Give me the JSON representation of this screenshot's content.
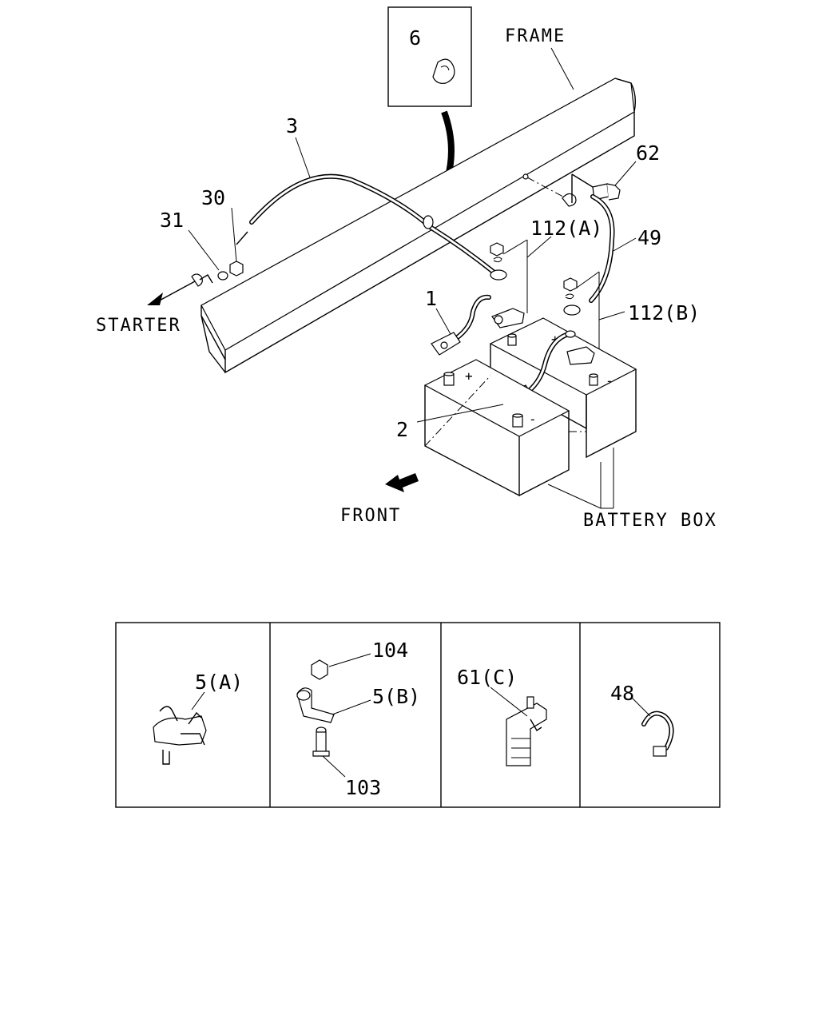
{
  "labels": {
    "frame": "FRAME",
    "starter": "STARTER",
    "front": "FRONT",
    "battery_box": "BATTERY BOX"
  },
  "callouts": {
    "p6": "6",
    "p3": "3",
    "p30": "30",
    "p31": "31",
    "p62": "62",
    "p112a": "112(A)",
    "p49": "49",
    "p1": "1",
    "p112b": "112(B)",
    "p2": "2"
  },
  "polarity": {
    "plus": "+",
    "minus": "-"
  },
  "detail_panels": [
    {
      "labels": [
        "5(A)"
      ]
    },
    {
      "labels": [
        "104",
        "5(B)",
        "103"
      ]
    },
    {
      "labels": [
        "61(C)"
      ]
    },
    {
      "labels": [
        "48"
      ]
    }
  ]
}
